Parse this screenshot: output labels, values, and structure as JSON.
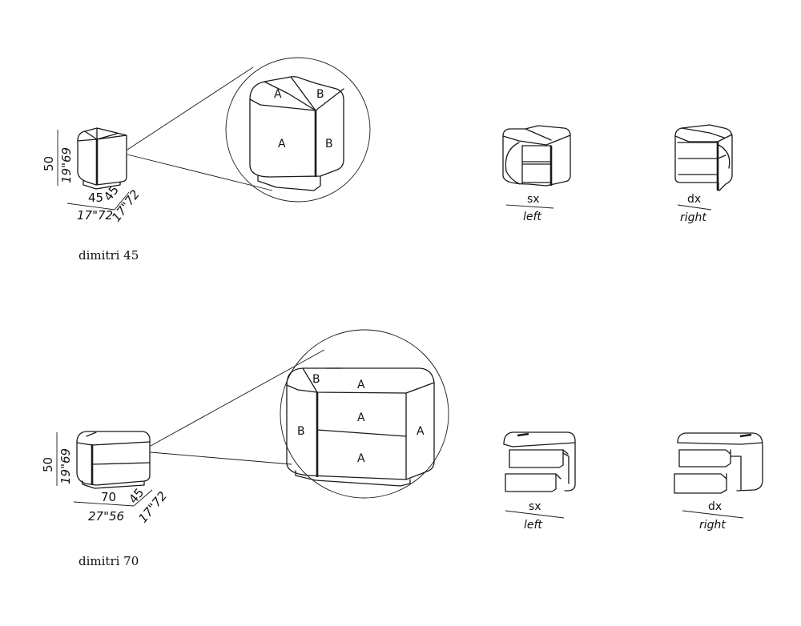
{
  "products": [
    {
      "name": "dimitri 45",
      "height_cm": "50",
      "height_in": "19\"69",
      "width_cm": "45",
      "width_in": "17\"72",
      "depth_cm": "45",
      "depth_in": "17\"72",
      "detail_labels": {
        "top_left": "A",
        "top_right": "B",
        "front": "A",
        "side": "B"
      },
      "variant_left": {
        "code": "sx",
        "label": "left"
      },
      "variant_right": {
        "code": "dx",
        "label": "right"
      }
    },
    {
      "name": "dimitri 70",
      "height_cm": "50",
      "height_in": "19\"69",
      "width_cm": "70",
      "width_in": "27\"56",
      "depth_cm": "45",
      "depth_in": "17\"72",
      "detail_labels": {
        "top_left": "B",
        "top_right": "A",
        "front_top": "A",
        "front_bottom": "A",
        "side_left": "B",
        "side_right": "A"
      },
      "variant_left": {
        "code": "sx",
        "label": "left"
      },
      "variant_right": {
        "code": "dx",
        "label": "right"
      }
    }
  ]
}
